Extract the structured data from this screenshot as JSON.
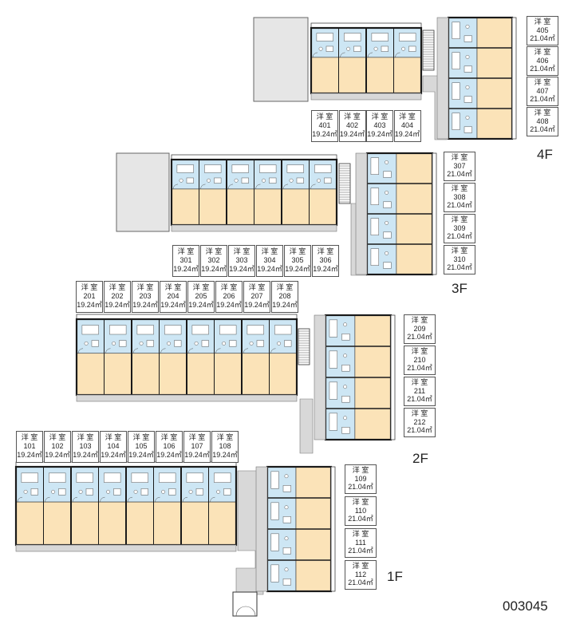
{
  "floors": [
    {
      "tag": "4F",
      "top_units": [
        {
          "type": "洋 室",
          "no": "401",
          "area": "19.24㎡"
        },
        {
          "type": "洋 室",
          "no": "402",
          "area": "19.24㎡"
        },
        {
          "type": "洋 室",
          "no": "403",
          "area": "19.24㎡"
        },
        {
          "type": "洋 室",
          "no": "404",
          "area": "19.24㎡"
        }
      ],
      "side_units": [
        {
          "type": "洋 室",
          "no": "405",
          "area": "21.04㎡"
        },
        {
          "type": "洋 室",
          "no": "406",
          "area": "21.04㎡"
        },
        {
          "type": "洋 室",
          "no": "407",
          "area": "21.04㎡"
        },
        {
          "type": "洋 室",
          "no": "408",
          "area": "21.04㎡"
        }
      ]
    },
    {
      "tag": "3F",
      "top_units": [
        {
          "type": "洋 室",
          "no": "301",
          "area": "19.24㎡"
        },
        {
          "type": "洋 室",
          "no": "302",
          "area": "19.24㎡"
        },
        {
          "type": "洋 室",
          "no": "303",
          "area": "19.24㎡"
        },
        {
          "type": "洋 室",
          "no": "304",
          "area": "19.24㎡"
        },
        {
          "type": "洋 室",
          "no": "305",
          "area": "19.24㎡"
        },
        {
          "type": "洋 室",
          "no": "306",
          "area": "19.24㎡"
        }
      ],
      "side_units": [
        {
          "type": "洋 室",
          "no": "307",
          "area": "21.04㎡"
        },
        {
          "type": "洋 室",
          "no": "308",
          "area": "21.04㎡"
        },
        {
          "type": "洋 室",
          "no": "309",
          "area": "21.04㎡"
        },
        {
          "type": "洋 室",
          "no": "310",
          "area": "21.04㎡"
        }
      ]
    },
    {
      "tag": "2F",
      "top_units": [
        {
          "type": "洋 室",
          "no": "201",
          "area": "19.24㎡"
        },
        {
          "type": "洋 室",
          "no": "202",
          "area": "19.24㎡"
        },
        {
          "type": "洋 室",
          "no": "203",
          "area": "19.24㎡"
        },
        {
          "type": "洋 室",
          "no": "204",
          "area": "19.24㎡"
        },
        {
          "type": "洋 室",
          "no": "205",
          "area": "19.24㎡"
        },
        {
          "type": "洋 室",
          "no": "206",
          "area": "19.24㎡"
        },
        {
          "type": "洋 室",
          "no": "207",
          "area": "19.24㎡"
        },
        {
          "type": "洋 室",
          "no": "208",
          "area": "19.24㎡"
        }
      ],
      "side_units": [
        {
          "type": "洋 室",
          "no": "209",
          "area": "21.04㎡"
        },
        {
          "type": "洋 室",
          "no": "210",
          "area": "21.04㎡"
        },
        {
          "type": "洋 室",
          "no": "211",
          "area": "21.04㎡"
        },
        {
          "type": "洋 室",
          "no": "212",
          "area": "21.04㎡"
        }
      ]
    },
    {
      "tag": "1F",
      "top_units": [
        {
          "type": "洋 室",
          "no": "101",
          "area": "19.24㎡"
        },
        {
          "type": "洋 室",
          "no": "102",
          "area": "19.24㎡"
        },
        {
          "type": "洋 室",
          "no": "103",
          "area": "19.24㎡"
        },
        {
          "type": "洋 室",
          "no": "104",
          "area": "19.24㎡"
        },
        {
          "type": "洋 室",
          "no": "105",
          "area": "19.24㎡"
        },
        {
          "type": "洋 室",
          "no": "106",
          "area": "19.24㎡"
        },
        {
          "type": "洋 室",
          "no": "107",
          "area": "19.24㎡"
        },
        {
          "type": "洋 室",
          "no": "108",
          "area": "19.24㎡"
        }
      ],
      "side_units": [
        {
          "type": "洋 室",
          "no": "109",
          "area": "21.04㎡"
        },
        {
          "type": "洋 室",
          "no": "110",
          "area": "21.04㎡"
        },
        {
          "type": "洋 室",
          "no": "111",
          "area": "21.04㎡"
        },
        {
          "type": "洋 室",
          "no": "112",
          "area": "21.04㎡"
        }
      ]
    }
  ],
  "reference_code": "003045",
  "colors": {
    "room_floor": "#fbe3b8",
    "wet_area": "#cde6f4",
    "wall": "#1a1a1a",
    "balcony": "#e6e6e6",
    "corridor": "#d8d8d8"
  }
}
